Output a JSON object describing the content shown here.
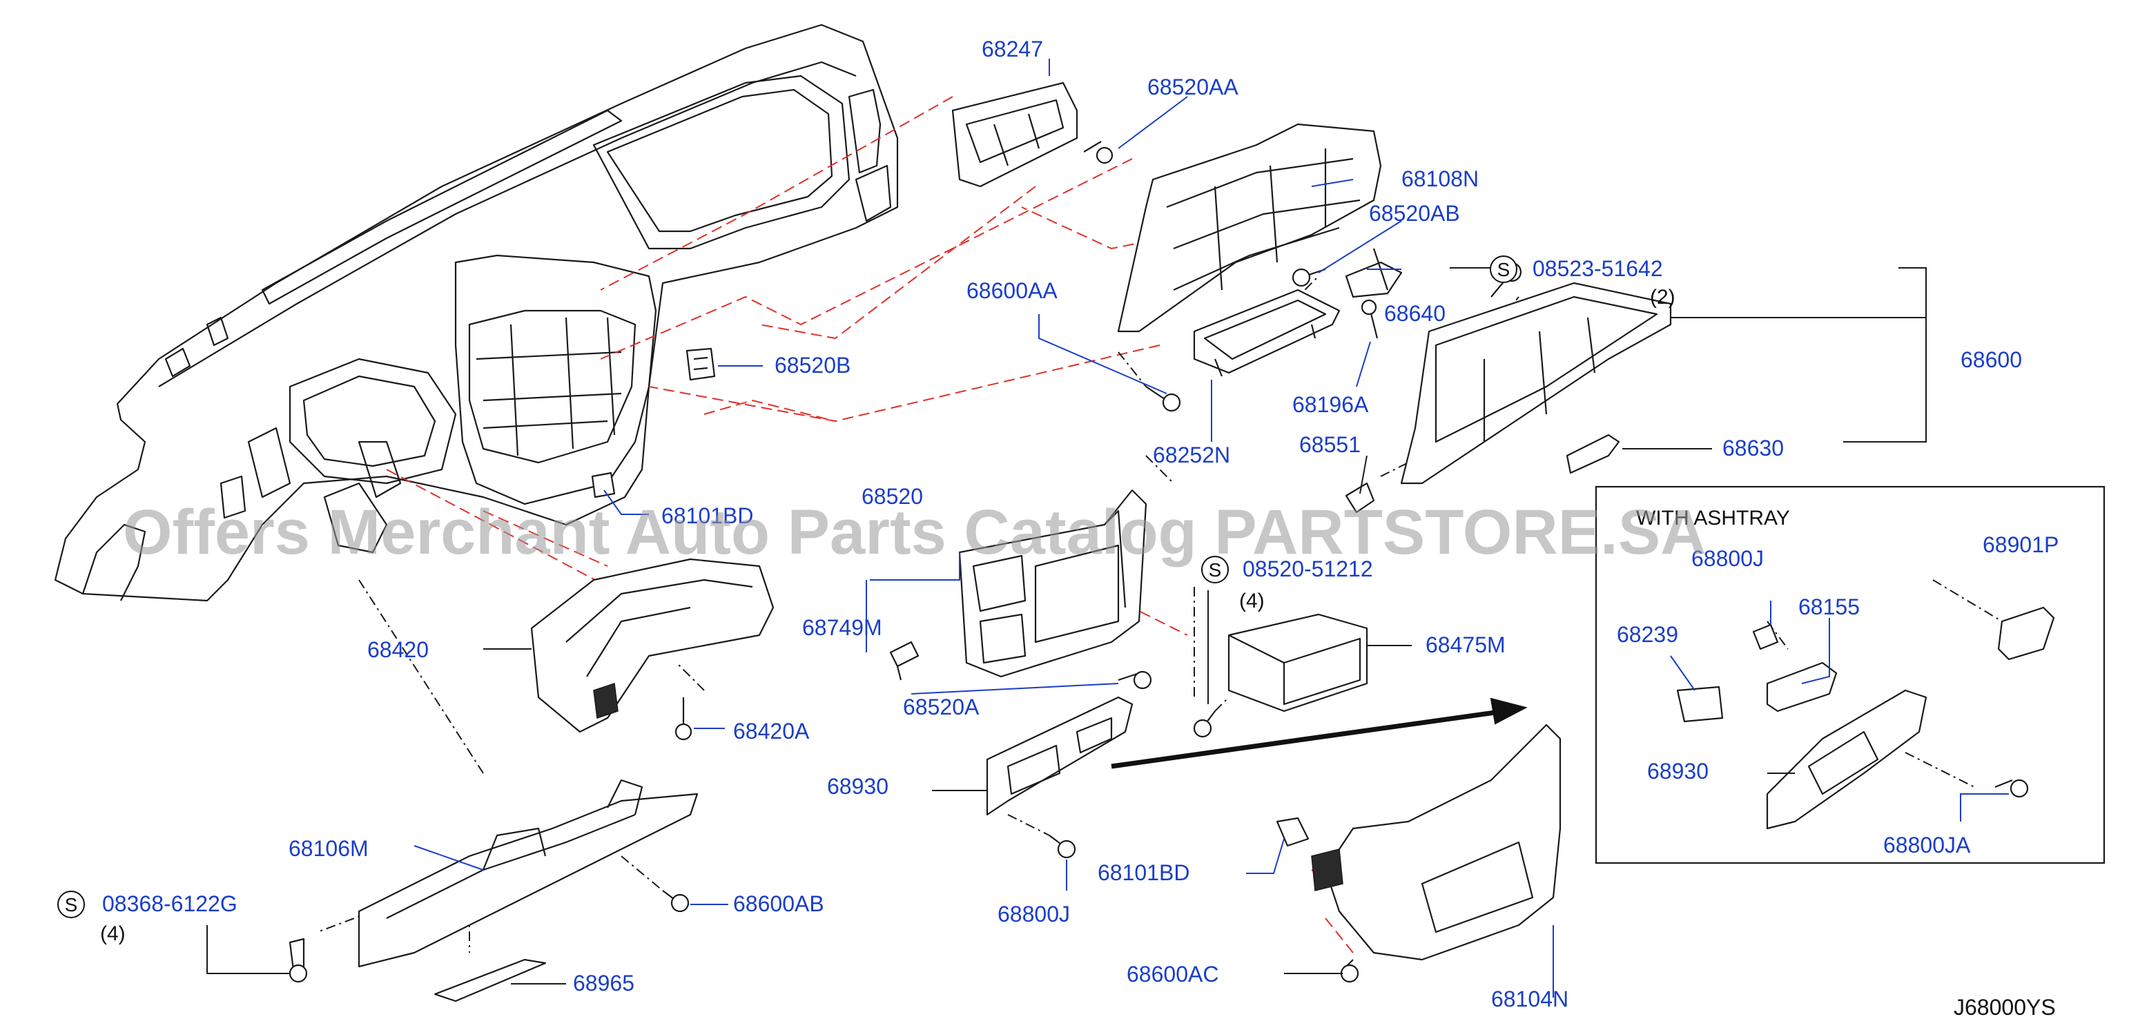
{
  "diagram_code": "J68000YS",
  "watermark": "Offers Merchant Auto Parts Catalog PARTSTORE.SA",
  "inset_title": "WITH ASHTRAY",
  "screw_symbol": "S",
  "labels": {
    "p68247": "68247",
    "p68520AA": "68520AA",
    "p68108N": "68108N",
    "p68520AB": "68520AB",
    "p68640": "68640",
    "p68600AA": "68600AA",
    "p68196A": "68196A",
    "p68252N": "68252N",
    "p68520B": "68520B",
    "p68101BD_top": "68101BD",
    "p08523": "08523-51642",
    "p68600": "68600",
    "p68630": "68630",
    "p68551": "68551",
    "p68520": "68520",
    "p68749M": "68749M",
    "p68520A": "68520A",
    "p68420": "68420",
    "p68420A": "68420A",
    "p08520": "08520-51212",
    "p68475M": "68475M",
    "p68930": "68930",
    "p68106M": "68106M",
    "p68600AB": "68600AB",
    "p08368": "08368-6122G",
    "p68965": "68965",
    "p68800J": "68800J",
    "p68101BD": "68101BD",
    "p68600AC": "68600AC",
    "p68104N": "68104N",
    "i68800J": "68800J",
    "i68155": "68155",
    "i68239": "68239",
    "i68930": "68930",
    "i68800JA": "68800JA",
    "i68901P": "68901P"
  },
  "quantities": {
    "q08523": "(2)",
    "q08520": "(4)",
    "q08368": "(4)"
  }
}
